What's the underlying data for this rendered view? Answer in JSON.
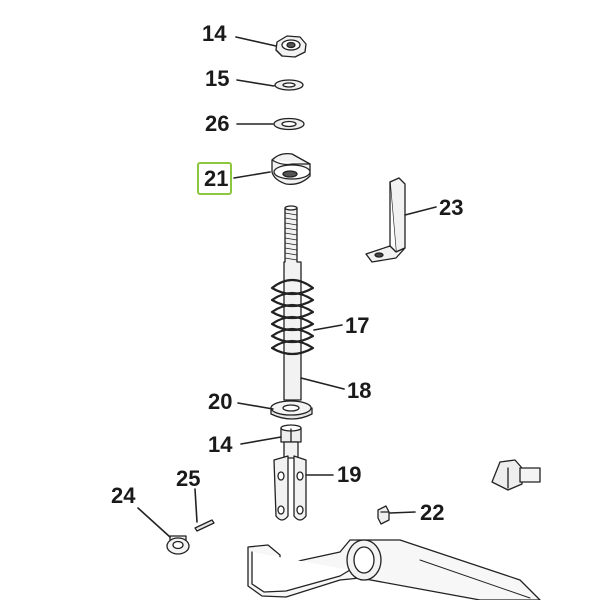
{
  "diagram": {
    "selected_part": "21",
    "highlight_color": "#8dc63f",
    "callouts": {
      "c14_top": "14",
      "c15": "15",
      "c26": "26",
      "c21": "21",
      "c23": "23",
      "c17": "17",
      "c18": "18",
      "c20": "20",
      "c14_bottom": "14",
      "c19": "19",
      "c25": "25",
      "c24": "24",
      "c22": "22"
    }
  }
}
